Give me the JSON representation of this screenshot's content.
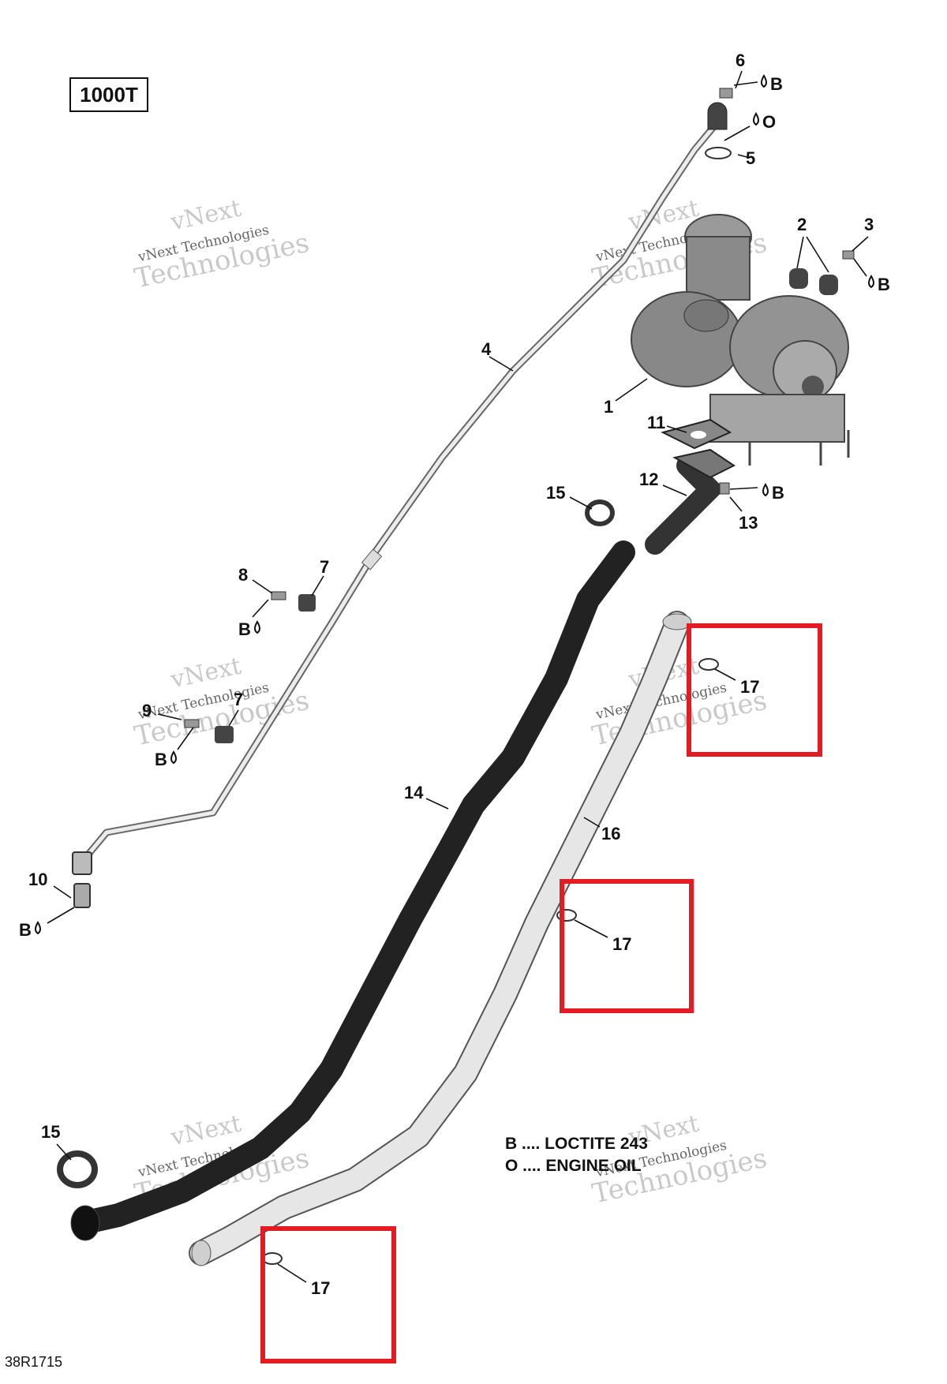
{
  "model_label": "1000T",
  "diagram_id": "38R1715",
  "legend": [
    {
      "code": "B",
      "text": "B .... LOCTITE 243"
    },
    {
      "code": "O",
      "text": "O .... ENGINE OIL"
    }
  ],
  "callouts": [
    "1",
    "2",
    "3",
    "4",
    "5",
    "6",
    "7",
    "7",
    "8",
    "9",
    "10",
    "11",
    "12",
    "13",
    "14",
    "15",
    "15",
    "16",
    "17",
    "17",
    "17"
  ],
  "symbols": {
    "loctite": "B",
    "oil": "O",
    "drop_icon": "oil-drop-icon"
  },
  "watermark": {
    "line1": "vNext",
    "line2": "vNext Technologies",
    "line3": "Technologies"
  },
  "colors": {
    "highlight": "#e31b23",
    "hose_dark": "#2b2b2b",
    "hose_light": "#e6e6e6",
    "line": "#111111",
    "watermark": "#c9c9c9"
  }
}
